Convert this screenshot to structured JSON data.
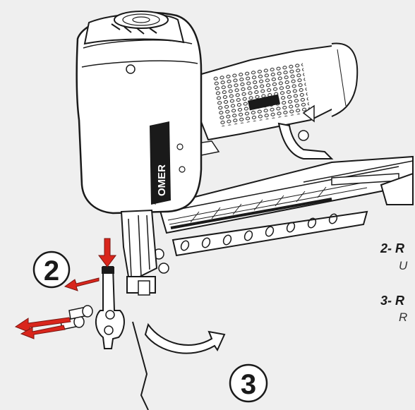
{
  "badges": {
    "step2": "2",
    "step3": "3"
  },
  "steps": [
    {
      "label": "2- R",
      "desc": "U"
    },
    {
      "label": "3- R",
      "desc": "R"
    }
  ],
  "tool": {
    "brand": "OMER"
  },
  "colors": {
    "arrow_red": "#d9261c",
    "line": "#1a1a1a",
    "background": "#efefef",
    "body": "#ffffff"
  }
}
